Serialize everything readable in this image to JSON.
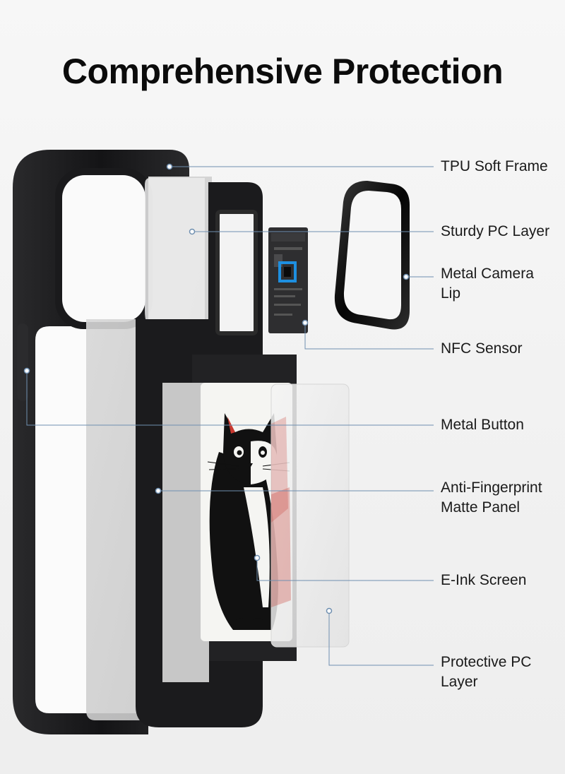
{
  "title": "Comprehensive Protection",
  "callouts": [
    {
      "id": "tpu-soft-frame",
      "lines": [
        "TPU Soft Frame"
      ]
    },
    {
      "id": "sturdy-pc-layer",
      "lines": [
        "Sturdy PC Layer"
      ]
    },
    {
      "id": "metal-camera-lip",
      "lines": [
        "Metal Camera",
        "Lip"
      ]
    },
    {
      "id": "nfc-sensor",
      "lines": [
        "NFC Sensor"
      ]
    },
    {
      "id": "metal-button",
      "lines": [
        "Metal Button"
      ]
    },
    {
      "id": "anti-fingerprint-matte-panel",
      "lines": [
        "Anti-Fingerprint",
        "Matte Panel"
      ]
    },
    {
      "id": "e-ink-screen",
      "lines": [
        "E-Ink Screen"
      ]
    },
    {
      "id": "protective-pc-layer",
      "lines": [
        "Protective PC",
        "Layer"
      ]
    }
  ],
  "colors": {
    "frame": "#1c1c1e",
    "leader_line": "#6f8fb0",
    "accent_red": "#c8382f",
    "chip_blue": "#1e8fe0"
  }
}
